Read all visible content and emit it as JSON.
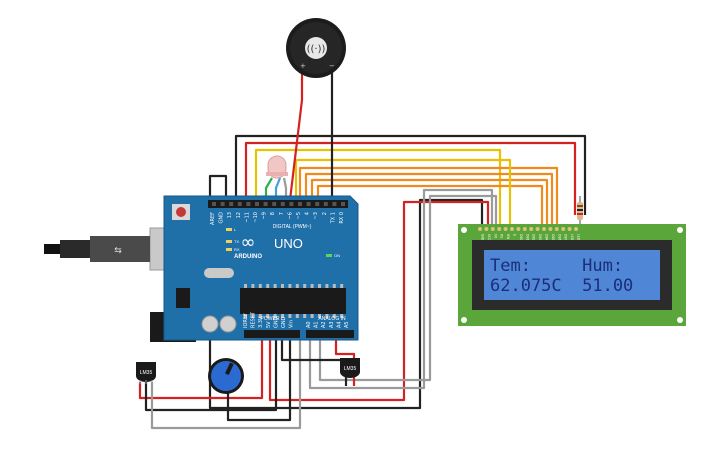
{
  "board": {
    "logo_text": "ARDUINO",
    "model": "UNO",
    "digital_header": "DIGITAL (PWM~)",
    "power_header": "POWER",
    "analog_header": "ANALOG IN",
    "tx": "TX",
    "rx": "RX",
    "l_led": "L",
    "on_led": "ON",
    "digital_pins": [
      "AREF",
      "GND",
      "13",
      "12",
      "~11",
      "~10",
      "~9",
      "8",
      "7",
      "~6",
      "~5",
      "4",
      "~3",
      "2",
      "TX 1",
      "RX 0"
    ],
    "power_pins": [
      "IOREF",
      "RESET",
      "3.3V",
      "5V",
      "GND",
      "GND",
      "Vin"
    ],
    "analog_pins": [
      "A0",
      "A1",
      "A2",
      "A3",
      "A4",
      "A5"
    ]
  },
  "lcd": {
    "line1": "Tem:     Hum:",
    "line2": "62.075C  51.00",
    "pins": [
      "GND",
      "VCC",
      "V0",
      "RS",
      "RW",
      "E",
      "DB0",
      "DB1",
      "DB2",
      "DB3",
      "DB4",
      "DB5",
      "DB6",
      "DB7",
      "LED",
      "LED"
    ]
  },
  "sensors": {
    "left_label": "LM35",
    "right_label": "LM35"
  },
  "buzzer": {
    "plus": "+",
    "minus": "−"
  },
  "colors": {
    "board": "#1f6fa8",
    "lcd_bezel": "#2b2b2b",
    "lcd_screen": "#4f86d6",
    "lcd_pcb": "#5aa63a",
    "wire_red": "#d42121",
    "wire_black": "#222222",
    "wire_yellow": "#e6c200",
    "wire_orange": "#f08a1c",
    "wire_gray": "#9a9a9a",
    "wire_green": "#2fae4a",
    "wire_blue": "#3fa0e0"
  }
}
